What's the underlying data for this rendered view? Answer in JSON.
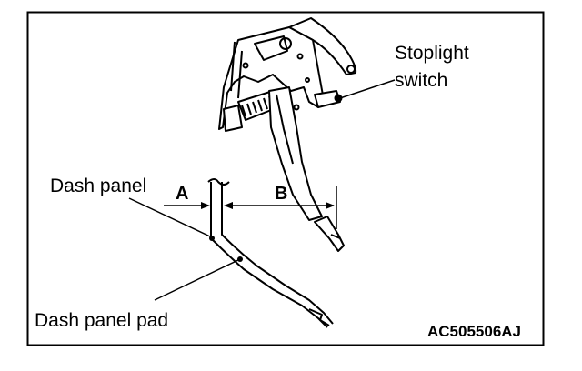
{
  "labels": {
    "stoplight_switch": [
      "Stoplight",
      "switch"
    ],
    "dash_panel": "Dash panel",
    "dash_panel_pad": "Dash panel pad",
    "dimension_a": "A",
    "dimension_b": "B",
    "figure_code": "AC505506AJ"
  }
}
